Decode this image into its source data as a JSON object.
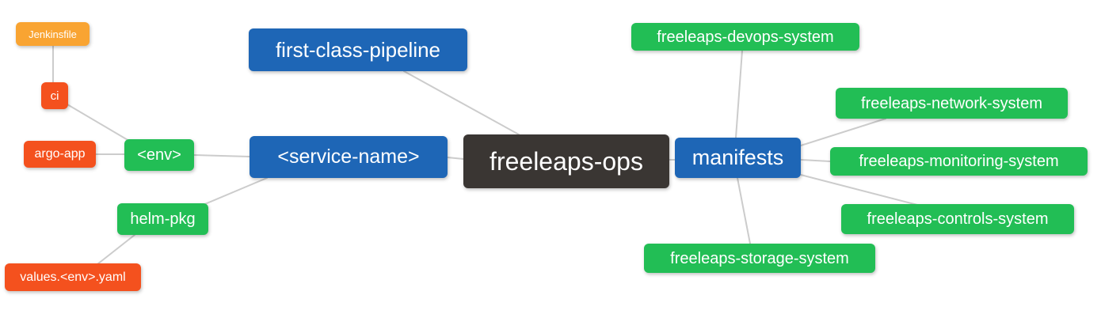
{
  "diagram": {
    "type": "mindmap",
    "root": "freeleaps-ops",
    "colors": {
      "branch_blue": "#1E66B6",
      "leaf_green": "#22BE55",
      "leaf_red": "#F4511E",
      "leaf_orange": "#F9A432",
      "root_dark": "#3A3633",
      "edge_line": "#CCCCCC",
      "node_text": "#FFFFFF",
      "background": "#FFFFFF"
    },
    "nodes": {
      "jenkinsfile": {
        "label": "Jenkinsfile",
        "color": "#F9A432"
      },
      "ci": {
        "label": "ci",
        "color": "#F4511E"
      },
      "argo_app": {
        "label": "argo-app",
        "color": "#F4511E"
      },
      "env": {
        "label": "<env>",
        "color": "#22BE55"
      },
      "helm_pkg": {
        "label": "helm-pkg",
        "color": "#22BE55"
      },
      "values_env_yaml": {
        "label": "values.<env>.yaml",
        "color": "#F4511E"
      },
      "first_class_pipeline": {
        "label": "first-class-pipeline",
        "color": "#1E66B6"
      },
      "service_name": {
        "label": "<service-name>",
        "color": "#1E66B6"
      },
      "freeleaps_ops": {
        "label": "freeleaps-ops",
        "color": "#3A3633"
      },
      "manifests": {
        "label": "manifests",
        "color": "#1E66B6"
      },
      "devops_system": {
        "label": "freeleaps-devops-system",
        "color": "#22BE55"
      },
      "network_system": {
        "label": "freeleaps-network-system",
        "color": "#22BE55"
      },
      "monitoring_system": {
        "label": "freeleaps-monitoring-system",
        "color": "#22BE55"
      },
      "controls_system": {
        "label": "freeleaps-controls-system",
        "color": "#22BE55"
      },
      "storage_system": {
        "label": "freeleaps-storage-system",
        "color": "#22BE55"
      }
    },
    "edges": [
      [
        "jenkinsfile",
        "ci"
      ],
      [
        "ci",
        "env"
      ],
      [
        "argo_app",
        "env"
      ],
      [
        "env",
        "service_name"
      ],
      [
        "helm_pkg",
        "service_name"
      ],
      [
        "values_env_yaml",
        "helm_pkg"
      ],
      [
        "first_class_pipeline",
        "freeleaps_ops"
      ],
      [
        "service_name",
        "freeleaps_ops"
      ],
      [
        "freeleaps_ops",
        "manifests"
      ],
      [
        "devops_system",
        "manifests"
      ],
      [
        "network_system",
        "manifests"
      ],
      [
        "monitoring_system",
        "manifests"
      ],
      [
        "controls_system",
        "manifests"
      ],
      [
        "storage_system",
        "manifests"
      ]
    ]
  }
}
